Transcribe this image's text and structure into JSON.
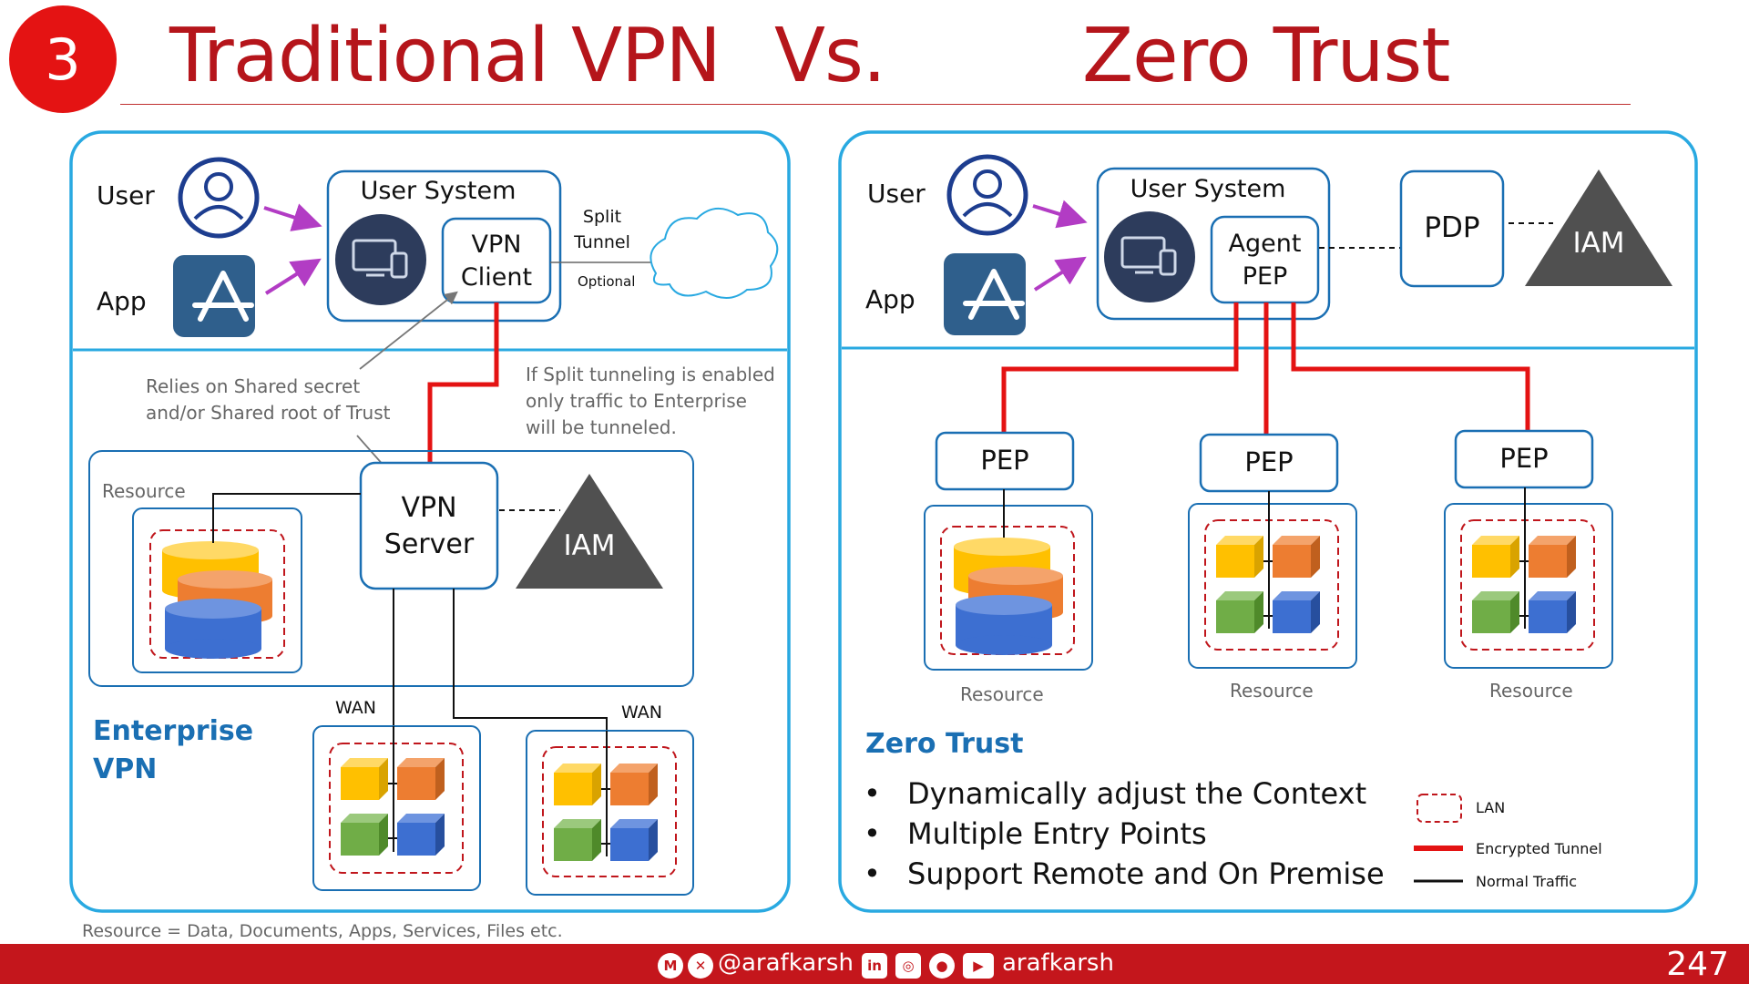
{
  "slide_number": "3",
  "header": {
    "title_left": "Traditional VPN",
    "title_vs": "Vs.",
    "title_right": "Zero Trust"
  },
  "left_panel": {
    "user_label": "User",
    "app_label": "App",
    "user_system": "User System",
    "vpn_client_line1": "VPN",
    "vpn_client_line2": "Client",
    "split_tunnel_line1": "Split",
    "split_tunnel_line2": "Tunnel",
    "optional": "Optional",
    "shared_secret_note_line1": "Relies on Shared secret",
    "shared_secret_note_line2": "and/or Shared root of Trust",
    "split_note_line1": "If Split tunneling is enabled",
    "split_note_line2": "only traffic to Enterprise",
    "split_note_line3": "will be tunneled.",
    "resource_label": "Resource",
    "vpn_server_line1": "VPN",
    "vpn_server_line2": "Server",
    "iam": "IAM",
    "wan_1": "WAN",
    "wan_2": "WAN",
    "title_line1": "Enterprise",
    "title_line2": "VPN"
  },
  "right_panel": {
    "user_label": "User",
    "app_label": "App",
    "user_system": "User System",
    "agent_pep_line1": "Agent",
    "agent_pep_line2": "PEP",
    "pdp": "PDP",
    "iam": "IAM",
    "pep_1": "PEP",
    "pep_2": "PEP",
    "pep_3": "PEP",
    "resource_1": "Resource",
    "resource_2": "Resource",
    "resource_3": "Resource",
    "title": "Zero Trust",
    "bullets": [
      "Dynamically adjust the Context",
      "Multiple Entry Points",
      "Support Remote and On Premise"
    ]
  },
  "legend": {
    "lan": "LAN",
    "encrypted_tunnel": "Encrypted Tunnel",
    "normal_traffic": "Normal Traffic"
  },
  "resource_definition": "Resource = Data, Documents, Apps, Services, Files etc.",
  "footer": {
    "handle": "@arafkarsh",
    "name": "arafkarsh",
    "page_number": "247"
  },
  "colors": {
    "title_red": "#b5151b",
    "panel_border": "#29a9e1",
    "tunnel_red": "#e41313",
    "accent_blue": "#1a6fb3",
    "footer_red": "#c4161c"
  }
}
